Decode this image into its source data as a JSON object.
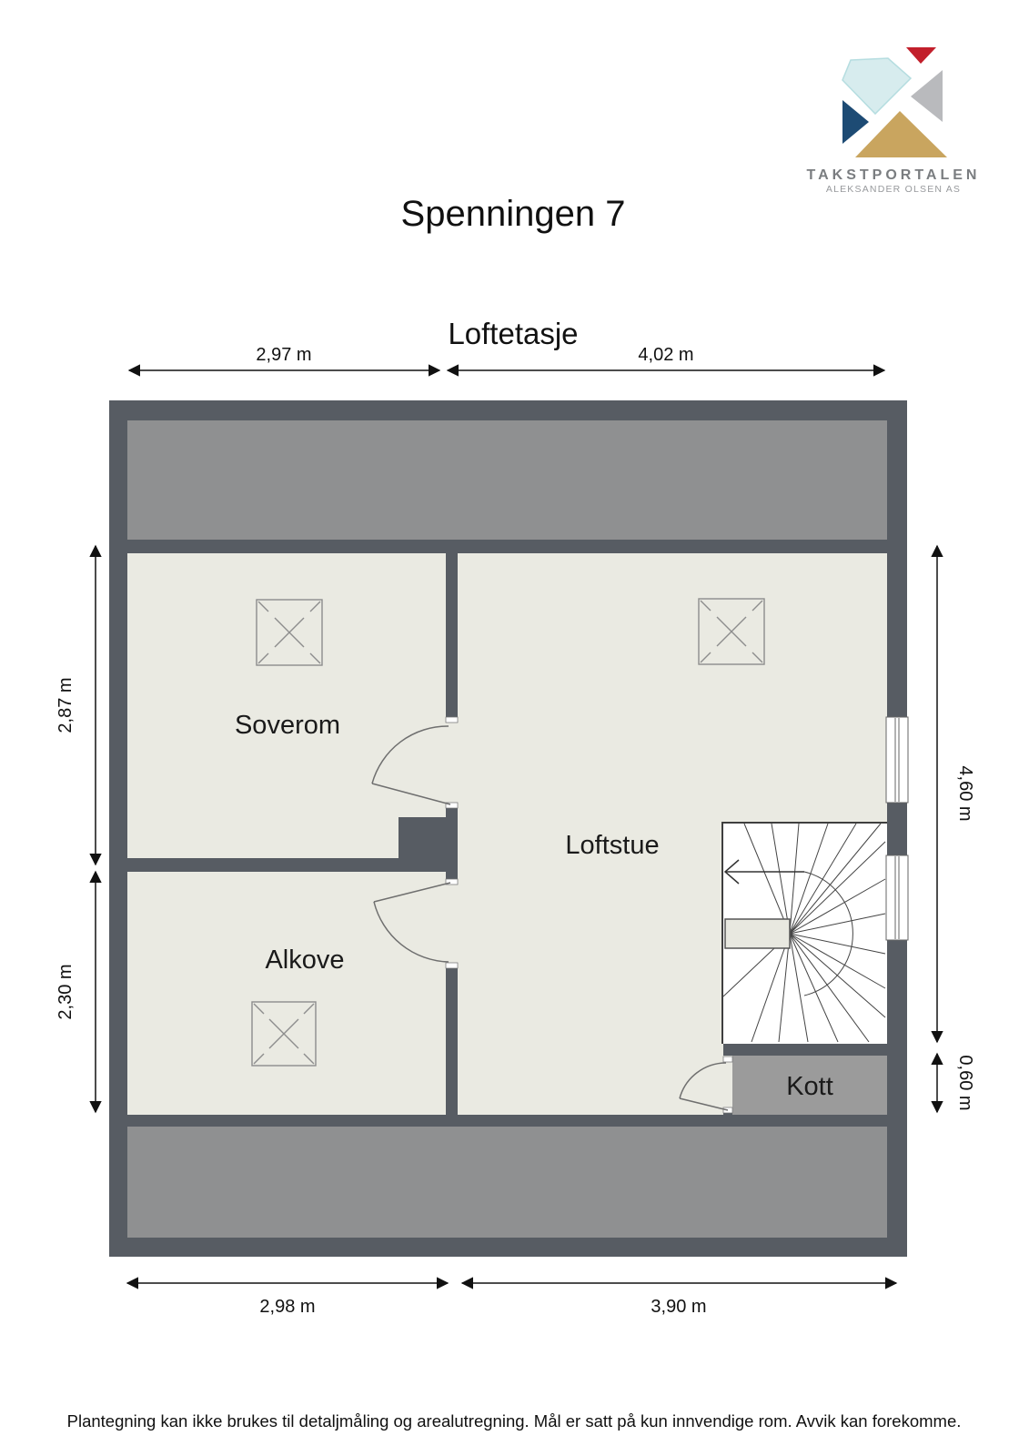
{
  "logo": {
    "brand": "TAKSTPORTALEN",
    "subtitle": "ALEKSANDER OLSEN AS"
  },
  "title": "Spenningen 7",
  "floor_label": "Loftetasje",
  "rooms": {
    "soverom": "Soverom",
    "loftstue": "Loftstue",
    "alkove": "Alkove",
    "kott": "Kott"
  },
  "dims": {
    "top": [
      "2,97 m",
      "4,02 m"
    ],
    "bottom": [
      "2,98 m",
      "3,90 m"
    ],
    "left": [
      "2,87 m",
      "2,30 m"
    ],
    "right": [
      "4,60 m",
      "0,60 m"
    ]
  },
  "footer": "Plantegning kan ikke brukes til detaljmåling og arealutregning. Mål er satt på kun innvendige rom. Avvik kan forekomme.",
  "colors": {
    "wall": "#575c63",
    "band": "#8f9091",
    "floor": "#eaeae2",
    "kott": "#9b9b9b",
    "landing": "#e8e8e0",
    "logo_cyan": "#d7ecee",
    "logo_cyan_border": "#b5dde0",
    "logo_red": "#c21f2b",
    "logo_gray": "#b9babd",
    "logo_navy": "#1d4b74",
    "logo_gold": "#c9a55f"
  }
}
